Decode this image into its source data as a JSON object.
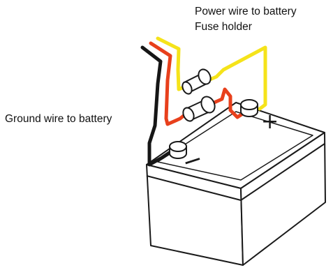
{
  "labels": {
    "power_wire": "Power wire to battery",
    "fuse_holder": "Fuse holder",
    "ground_wire": "Ground wire to battery"
  },
  "terminals": {
    "positive_sign": "+",
    "negative_sign": "−"
  },
  "colors": {
    "power_wire": "#f5e31a",
    "fused_wire": "#e8401c",
    "ground_wire": "#161616",
    "outline": "#1a1a1a",
    "battery_fill": "#ffffff"
  }
}
